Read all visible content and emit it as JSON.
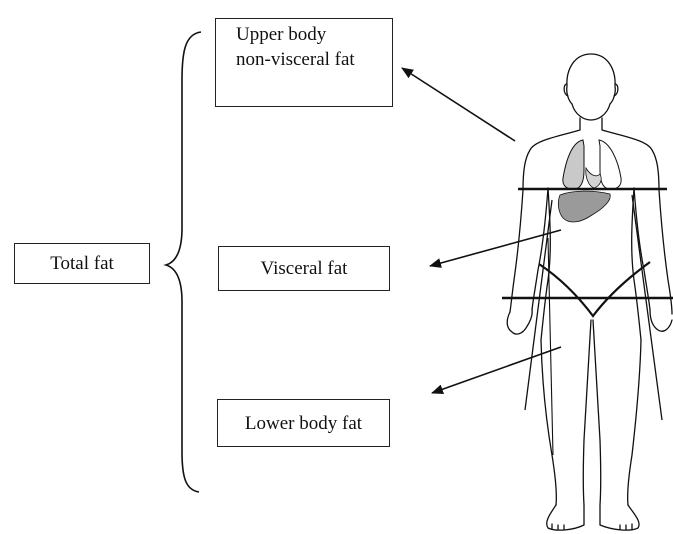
{
  "labels": {
    "total_fat": "Total fat",
    "upper_body_line1": "Upper body",
    "upper_body_line2": "non-visceral fat",
    "visceral_fat": "Visceral fat",
    "lower_body_fat": "Lower body fat"
  },
  "colors": {
    "line": "#111111",
    "organ_fill": "#c9c9c9",
    "liver_fill": "#9a9a9a"
  }
}
